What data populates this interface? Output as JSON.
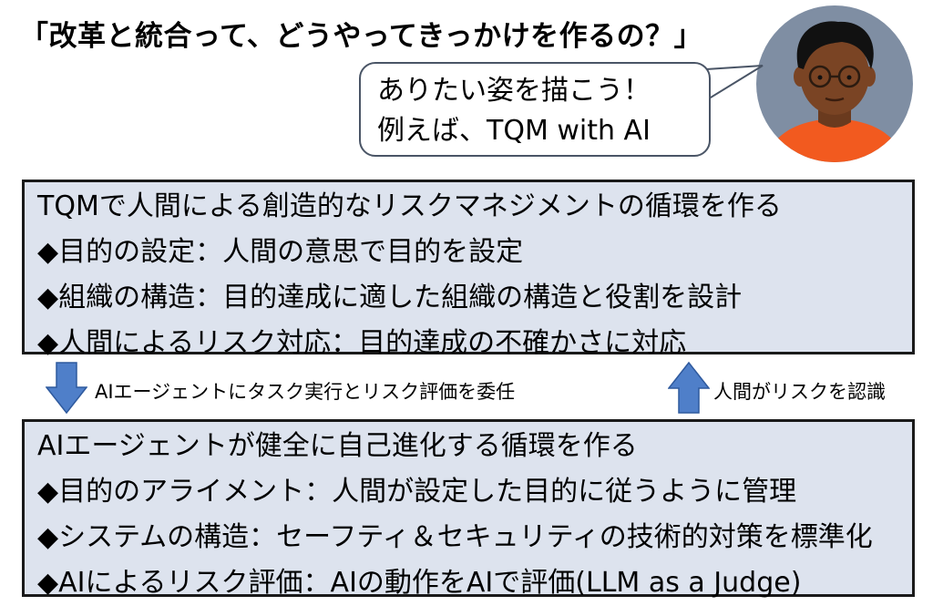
{
  "title": "「改革と統合って、どうやってきっかけを作るの？」",
  "speech_bubble": {
    "line1": "ありたい姿を描こう！",
    "line2": "例えば、TQM with AI"
  },
  "box_top": {
    "heading": "TQMで人間による創造的なリスクマネジメントの循環を作る",
    "items": [
      "◆目的の設定：人間の意思で目的を設定",
      "◆組織の構造：目的達成に適した組織の構造と役割を設計",
      "◆人間によるリスク対応：目的達成の不確かさに対応"
    ]
  },
  "down_arrow_label": "AIエージェントにタスク実行とリスク評価を委任",
  "up_arrow_label": "人間がリスクを認識",
  "box_bottom": {
    "heading": "AIエージェントが健全に自己進化する循環を作る",
    "items": [
      "◆目的のアライメント：人間が設定した目的に従うように管理",
      "◆システムの構造：セーフティ＆セキュリティの技術的対策を標準化",
      "◆AIによるリスク評価：AIの動作をAIで評価(LLM as a Judge)"
    ]
  },
  "colors": {
    "box_fill": "#dde3ee",
    "arrow_fill": "#4f7fc9",
    "avatar_bg": "#7f8ea3",
    "shirt": "#f25a1f"
  }
}
